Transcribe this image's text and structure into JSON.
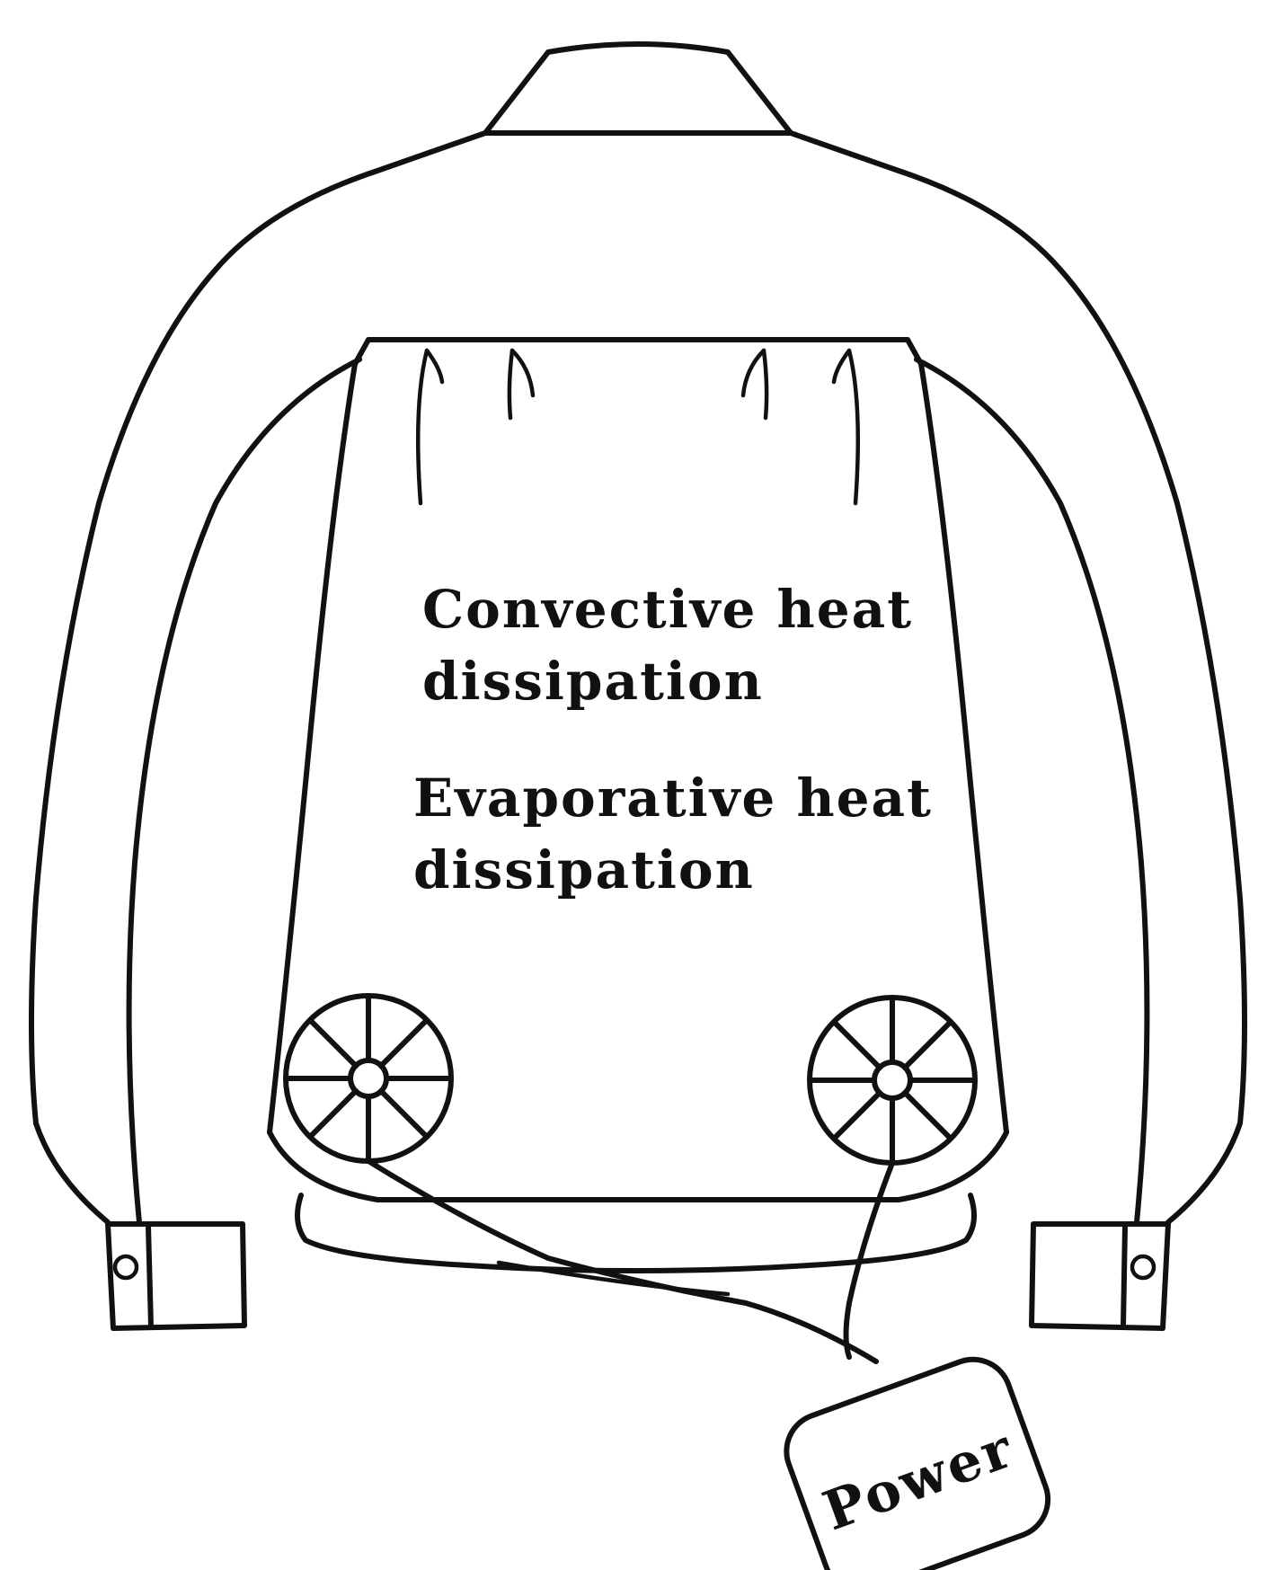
{
  "labels": {
    "convective_line1": "Convective heat",
    "convective_line2": "dissipation",
    "evaporative_line1": "Evaporative heat",
    "evaporative_line2": "dissipation",
    "power": "Power"
  },
  "icons": {
    "left_fan": "fan-icon",
    "right_fan": "fan-icon",
    "battery": "power-battery-icon",
    "left_cuff_button": "button-icon",
    "right_cuff_button": "button-icon"
  },
  "colors": {
    "line": "#111111",
    "background": "#ffffff"
  }
}
